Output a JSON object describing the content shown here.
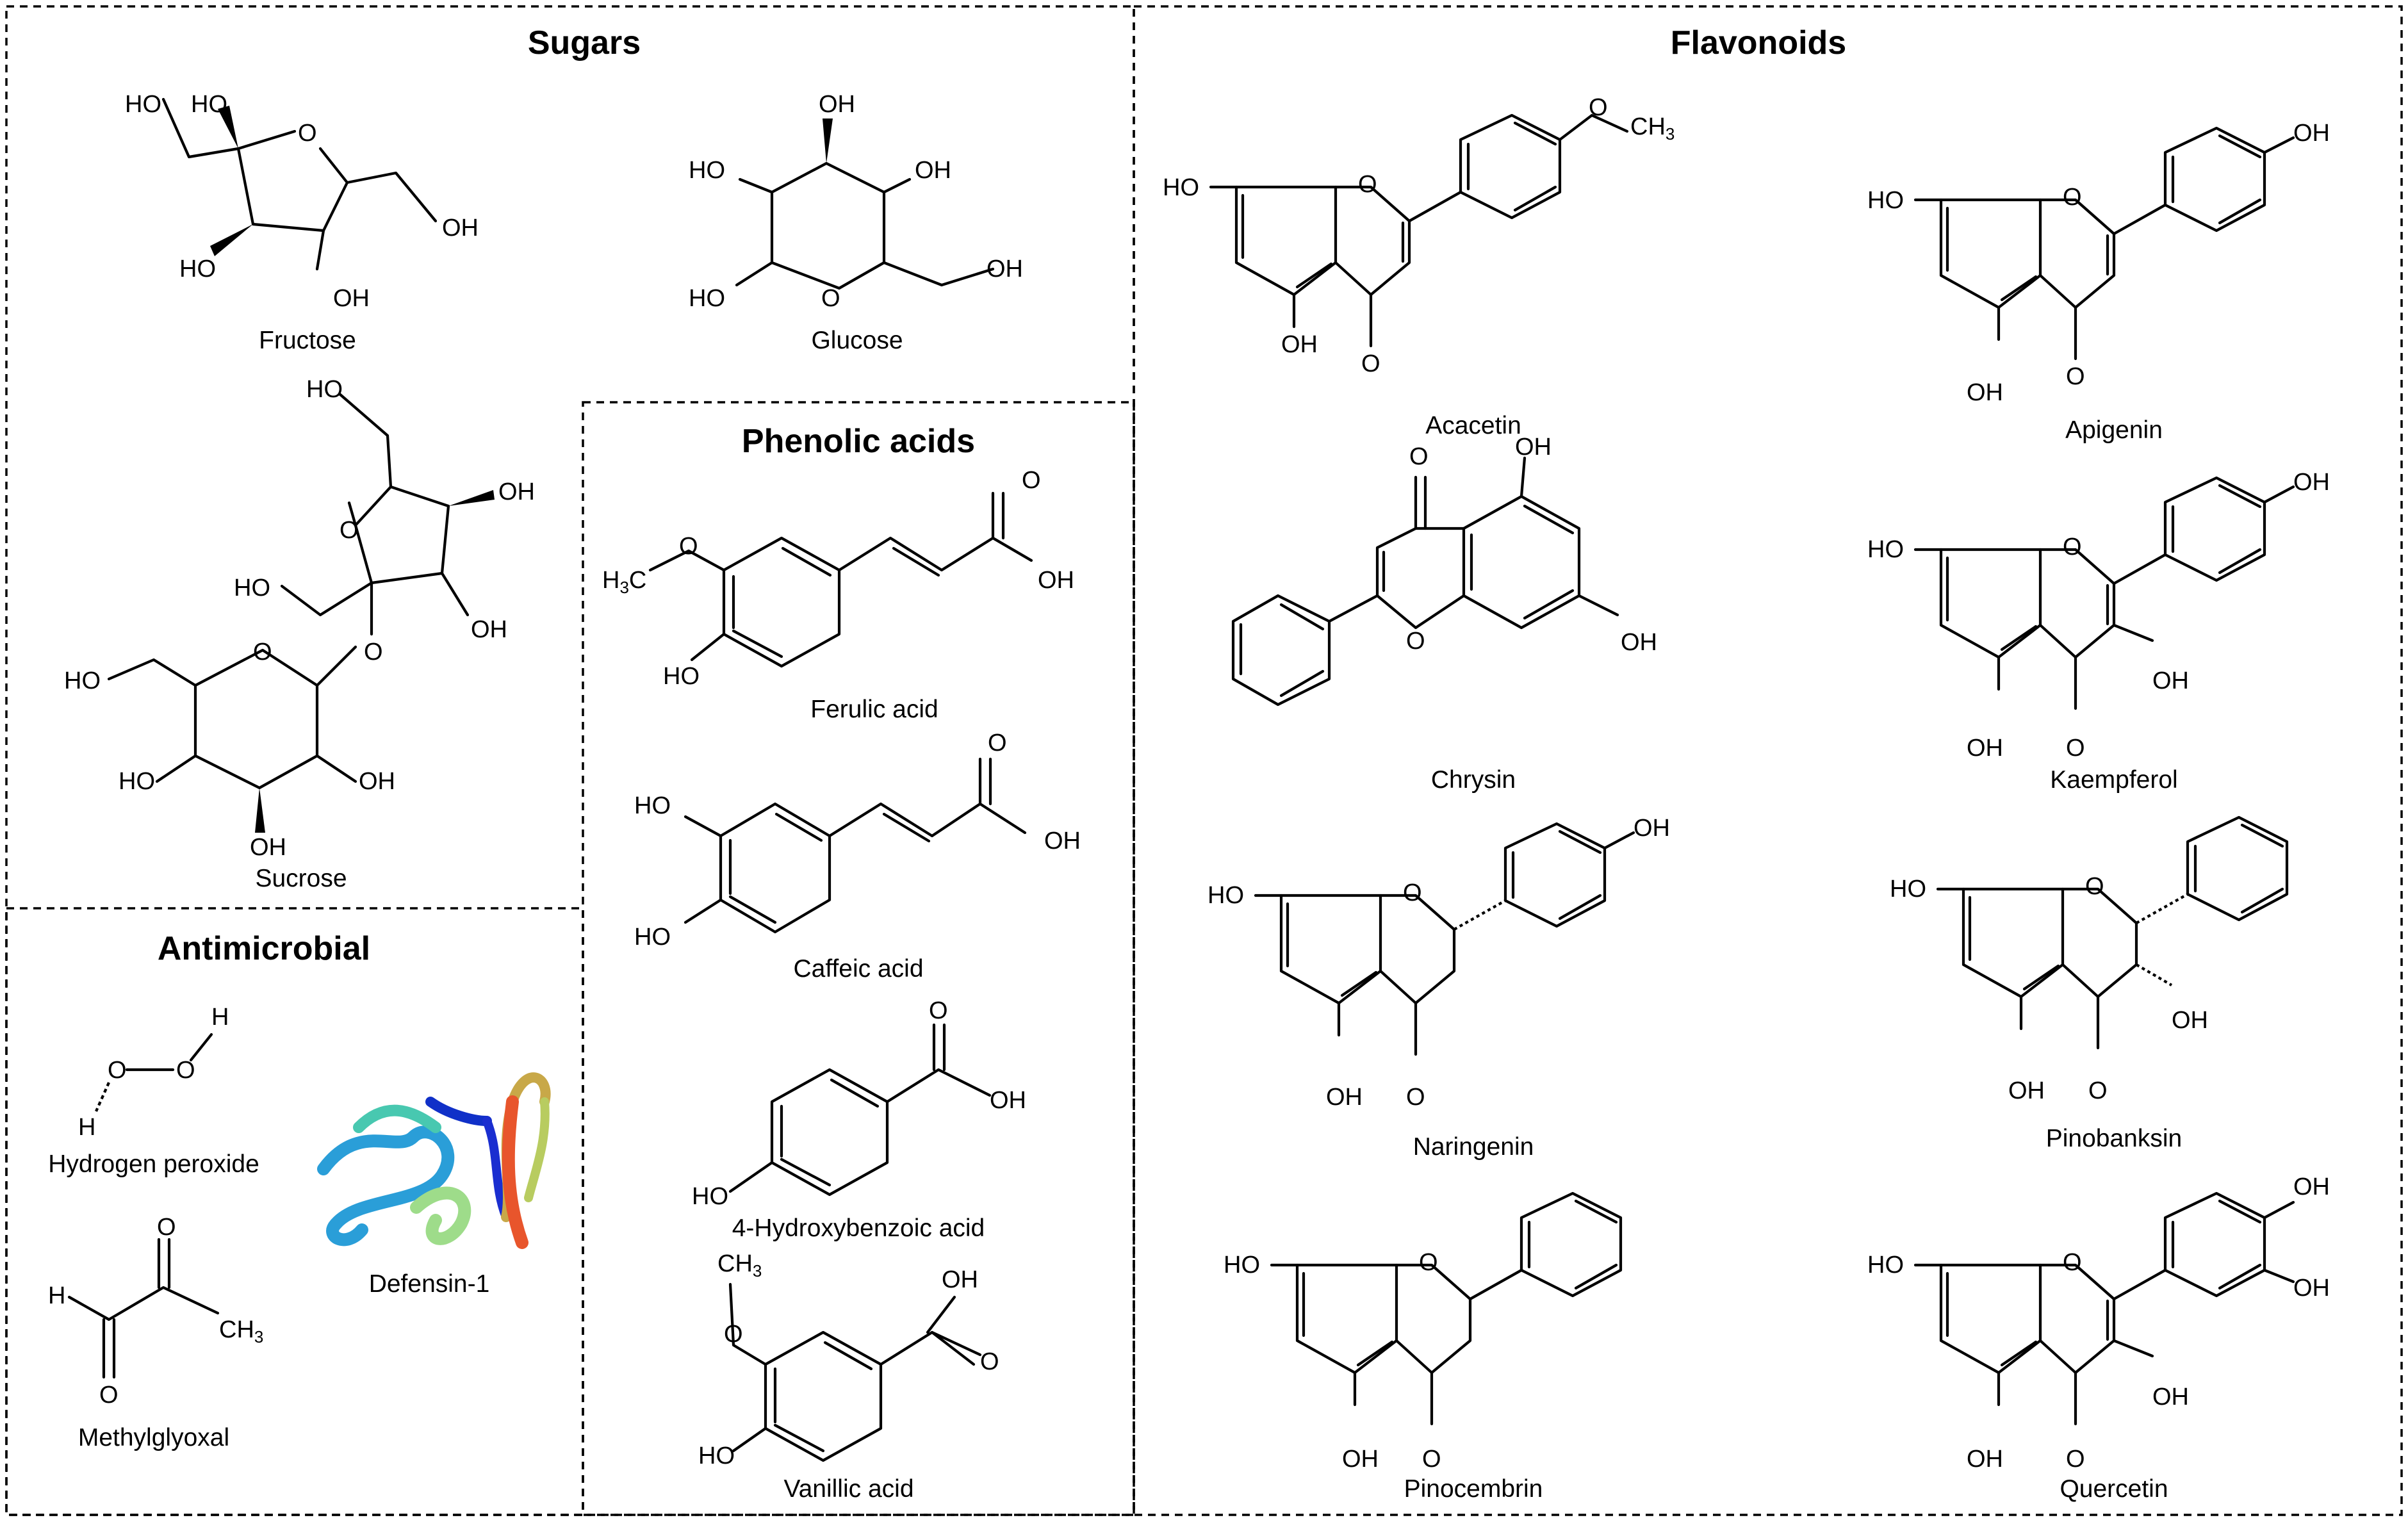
{
  "sections": {
    "sugars": "Sugars",
    "phenolic_acids": "Phenolic acids",
    "flavonoids": "Flavonoids",
    "antimicrobial": "Antimicrobial"
  },
  "compounds": {
    "fructose": "Fructose",
    "glucose": "Glucose",
    "sucrose": "Sucrose",
    "ferulic_acid": "Ferulic acid",
    "caffeic_acid": "Caffeic acid",
    "hydroxybenzoic_acid": "4-Hydroxybenzoic acid",
    "vanillic_acid": "Vanillic acid",
    "hydrogen_peroxide": "Hydrogen peroxide",
    "defensin": "Defensin-1",
    "methylglyoxal": "Methylglyoxal",
    "acacetin": "Acacetin",
    "apigenin": "Apigenin",
    "chrysin": "Chrysin",
    "kaempferol": "Kaempferol",
    "naringenin": "Naringenin",
    "pinobanksin": "Pinobanksin",
    "pinocembrin": "Pinocembrin",
    "quercetin": "Quercetin"
  },
  "atoms": {
    "ho": "HO",
    "oh": "OH",
    "o": "O",
    "h": "H",
    "ch3": "CH",
    "h3c": "H",
    "c": "C",
    "sub3": "3"
  }
}
